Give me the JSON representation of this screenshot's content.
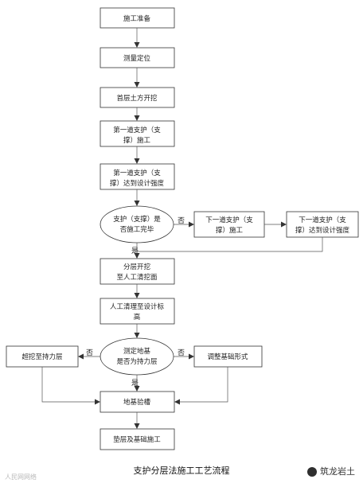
{
  "steps": {
    "prep": "施工准备",
    "survey": "测量定位",
    "first_excavation": [
      "首层土方开挖"
    ],
    "first_support": [
      "第一道支护（支",
      "撑）施工"
    ],
    "first_support_strength": [
      "第一道支护（支",
      "撑）达到设计强度"
    ],
    "decision_support": [
      "支护（支撑）是",
      "否施工完毕"
    ],
    "next_support": [
      "下一道支护（支",
      "撑）施工"
    ],
    "next_support_strength": [
      "下一道支护（支",
      "撑）达到设计强度"
    ],
    "layer_excavation": [
      "分层开挖",
      "至人工清挖面"
    ],
    "manual_clean": [
      "人工清理至设计标",
      "高"
    ],
    "decision_foundation": [
      "测定地基",
      "是否为持力层"
    ],
    "over_excavate": [
      "超挖至持力层"
    ],
    "adjust_foundation": [
      "调整基础形式"
    ],
    "inspection": [
      "地基验槽"
    ],
    "cushion": [
      "垫层及基础施工"
    ]
  },
  "labels": {
    "no": "否",
    "yes": "是"
  },
  "caption": "支护分层法施工工艺流程",
  "watermark_left": "人民网网络",
  "watermark_right": "筑龙岩土"
}
